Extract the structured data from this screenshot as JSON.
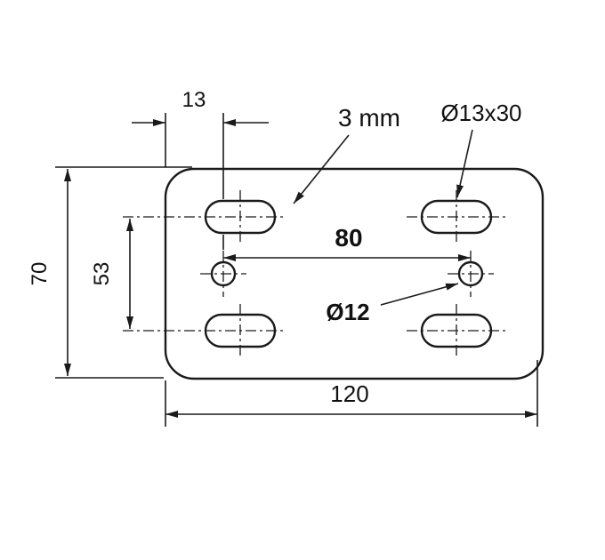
{
  "colors": {
    "background": "#ffffff",
    "line": "#1a1a1a"
  },
  "dimensions": {
    "offset_top": "13",
    "height_left": "70",
    "row_spacing": "53",
    "hole_spacing": "80",
    "width_bottom": "120"
  },
  "labels": {
    "thickness": "3 mm",
    "slot_size": "Ø13x30",
    "hole_diameter": "Ø12"
  }
}
